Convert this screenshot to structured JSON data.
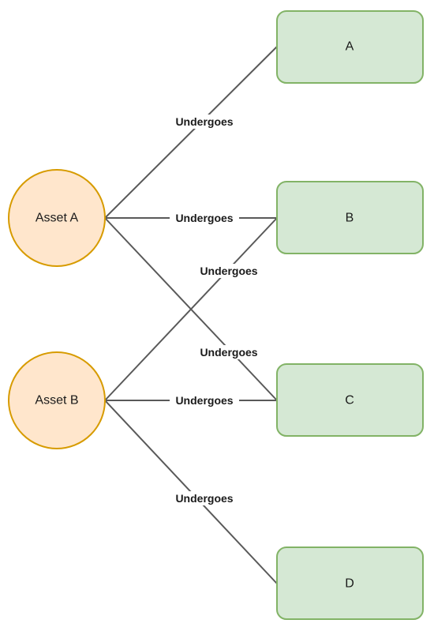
{
  "nodes": {
    "asset_a": {
      "label": "Asset A",
      "shape": "circle",
      "fill": "#FFE6CC",
      "stroke": "#D79B00"
    },
    "asset_b": {
      "label": "Asset B",
      "shape": "circle",
      "fill": "#FFE6CC",
      "stroke": "#D79B00"
    },
    "a": {
      "label": "A",
      "shape": "rounded-rectangle",
      "fill": "#D5E8D4",
      "stroke": "#82B366"
    },
    "b": {
      "label": "B",
      "shape": "rounded-rectangle",
      "fill": "#D5E8D4",
      "stroke": "#82B366"
    },
    "c": {
      "label": "C",
      "shape": "rounded-rectangle",
      "fill": "#D5E8D4",
      "stroke": "#82B366"
    },
    "d": {
      "label": "D",
      "shape": "rounded-rectangle",
      "fill": "#D5E8D4",
      "stroke": "#82B366"
    }
  },
  "edges": [
    {
      "id": "asset_a_to_a",
      "from": "Asset A",
      "to": "A",
      "label": "Undergoes"
    },
    {
      "id": "asset_a_to_b",
      "from": "Asset A",
      "to": "B",
      "label": "Undergoes"
    },
    {
      "id": "asset_a_to_c",
      "from": "Asset A",
      "to": "C",
      "label": "Undergoes"
    },
    {
      "id": "asset_b_to_b",
      "from": "Asset B",
      "to": "B",
      "label": "Undergoes"
    },
    {
      "id": "asset_b_to_c",
      "from": "Asset B",
      "to": "C",
      "label": "Undergoes"
    },
    {
      "id": "asset_b_to_d",
      "from": "Asset B",
      "to": "D",
      "label": "Undergoes"
    }
  ],
  "colors": {
    "edge": "#595959",
    "text": "#1a1a1a",
    "background": "#ffffff"
  }
}
